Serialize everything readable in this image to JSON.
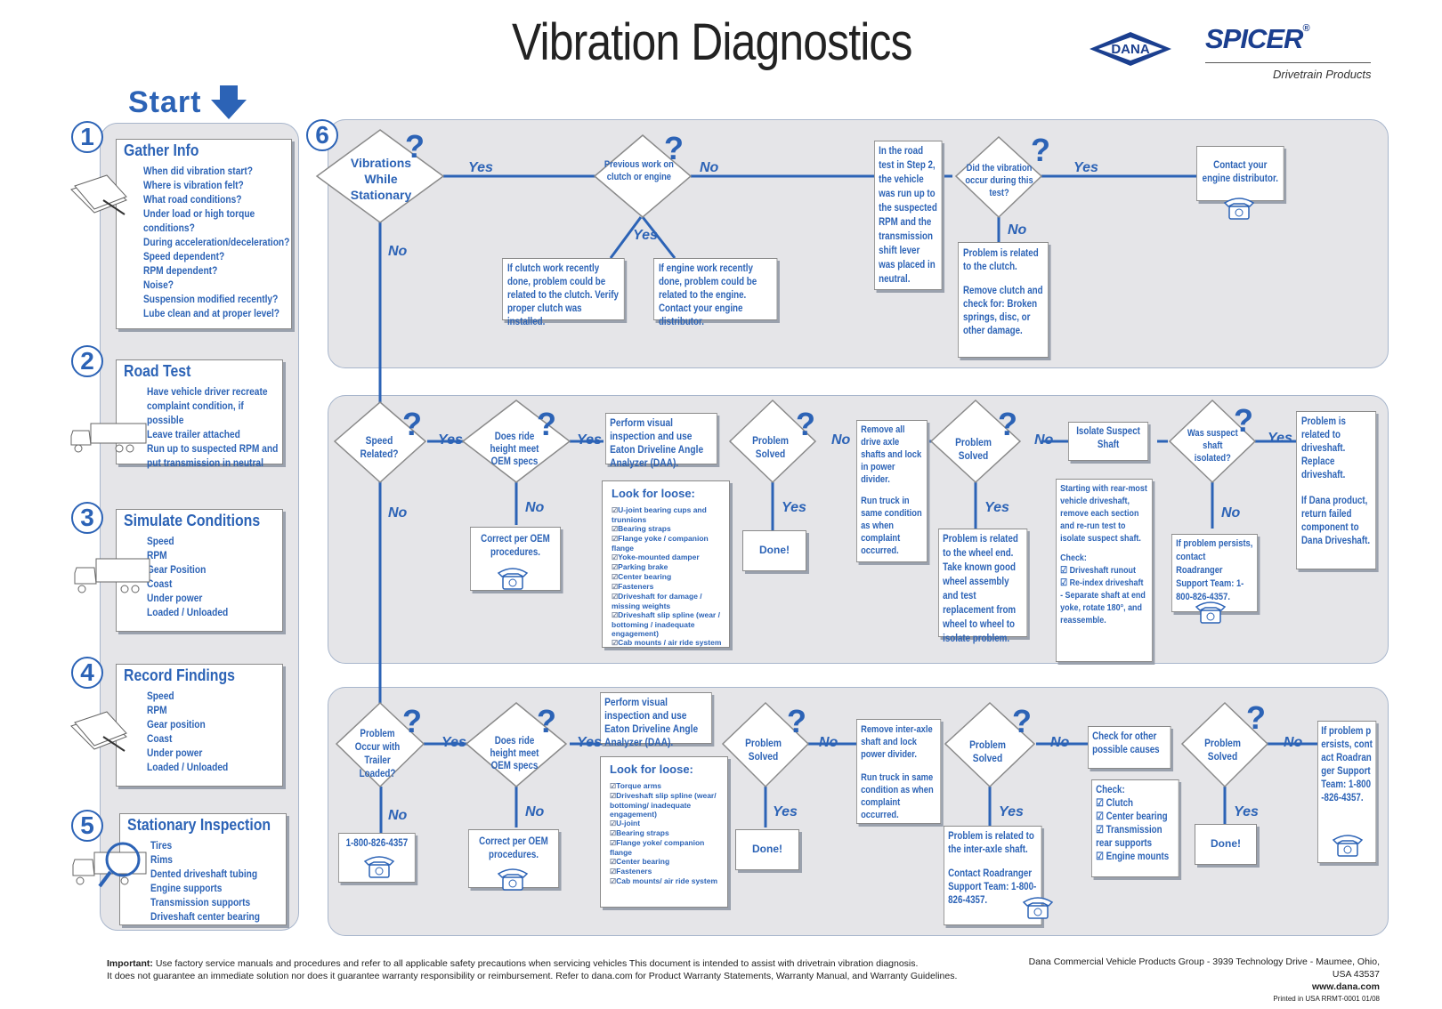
{
  "header": {
    "title": "Vibration Diagnostics",
    "logo_dana": "DANA",
    "logo_spicer": "SPICER",
    "logo_registered": "®",
    "logo_subtitle": "Drivetrain Products"
  },
  "start_label": "Start",
  "steps": [
    {
      "number": "1",
      "title": "Gather Info",
      "items": [
        "When did vibration start?",
        "Where is vibration felt?",
        "What road conditions?",
        "Under load or high torque",
        "conditions?",
        "During acceleration/deceleration?",
        "Speed dependent?",
        "RPM dependent?",
        "Noise?",
        "Suspension modified recently?",
        "Lube clean and at proper level?"
      ],
      "icon": "papers-icon"
    },
    {
      "number": "2",
      "title": "Road Test",
      "items": [
        "Have vehicle driver recreate",
        "complaint condition, if",
        "possible",
        "Leave trailer attached",
        "Run up to suspected RPM and",
        "put transmission in neutral"
      ],
      "icon": "truck-icon"
    },
    {
      "number": "3",
      "title": "Simulate Conditions",
      "items": [
        "Speed",
        "RPM",
        "Gear Position",
        "Coast",
        "Under power",
        "Loaded / Unloaded"
      ],
      "icon": "truck-icon"
    },
    {
      "number": "4",
      "title": "Record Findings",
      "items": [
        "Speed",
        "RPM",
        "Gear position",
        "Coast",
        "Under power",
        "Loaded / Unloaded"
      ],
      "icon": "papers-icon"
    },
    {
      "number": "5",
      "title": "Stationary Inspection",
      "items": [
        "Tires",
        "Rims",
        "Dented driveshaft tubing",
        "Engine supports",
        "Transmission supports",
        "Driveshaft center bearing"
      ],
      "icon": "magnifier-truck-icon"
    }
  ],
  "step6_number": "6",
  "row1": {
    "d_stationary": "Vibrations While Stationary",
    "d_previous": "Previous work on clutch or engine",
    "clutch_box": "If clutch work recently done, problem could be related to the clutch. Verify proper clutch was installed.",
    "engine_box": "If engine work recently done, problem could be related to the engine. Contact your engine distributor.",
    "road_test_box": "In the road test in Step 2, the vehicle was run up to the suspected RPM and the transmission shift lever was placed in neutral.",
    "d_during": "Did the vibration occur during this test?",
    "contact_engine": "Contact your engine distributor.",
    "clutch_related": "Problem is related to the clutch.",
    "remove_clutch": "Remove clutch and check for: Broken springs, disc, or other damage."
  },
  "row2": {
    "d_speed": "Speed Related?",
    "d_ride": "Does ride height meet OEM specs",
    "correct_oem": "Correct per OEM procedures.",
    "perform_visual": "Perform visual inspection and use Eaton Driveline Angle Analyzer (DAA).",
    "look_title": "Look for loose:",
    "look_items": [
      "U-joint bearing cups and trunnions",
      "Bearing straps",
      "Flange yoke / companion flange",
      "Yoke-mounted damper",
      "Parking brake",
      "Center bearing",
      "Fasteners",
      "Driveshaft for damage / missing weights",
      "Driveshaft slip spline (wear / bottoming / inadequate engagement)",
      "Cab mounts / air ride system"
    ],
    "d_solved1": "Problem Solved",
    "done": "Done!",
    "remove_axle": "Remove all drive axle shafts and lock in power divider.",
    "run_truck": "Run truck in same condition as when complaint occurred.",
    "d_solved2": "Problem Solved",
    "wheel_end": "Problem is related to the wheel end. Take known good wheel assembly and test replacement from wheel to wheel to isolate problem.",
    "isolate": "Isolate Suspect Shaft",
    "starting": "Starting with rear-most vehicle driveshaft, remove each section and re-run test to isolate suspect shaft.",
    "check_label": "Check:",
    "check_items": [
      "Driveshaft runout",
      "Re-index driveshaft - Separate shaft at end yoke, rotate 180°, and reassemble."
    ],
    "d_isolated": "Was suspect shaft isolated?",
    "persists": "If problem persists, contact Roadranger Support Team: 1-800-826-4357.",
    "driveshaft_related": "Problem is related to driveshaft. Replace driveshaft.",
    "dana_product": "If Dana product, return failed component to Dana Driveshaft."
  },
  "row3": {
    "d_trailer": "Problem Occur with Trailer Loaded?",
    "phone": "1-800-826-4357",
    "d_ride": "Does ride height meet OEM specs",
    "correct_oem": "Correct per OEM procedures.",
    "perform_visual": "Perform visual inspection and use Eaton Driveline Angle Analyzer (DAA).",
    "look_title": "Look for loose:",
    "look_items": [
      "Torque arms",
      "Driveshaft slip spline (wear/ bottoming/ inadequate engagement)",
      "U-joint",
      "Bearing straps",
      "Flange yoke/ companion flange",
      "Center bearing",
      "Fasteners",
      "Cab mounts/ air ride system"
    ],
    "d_solved1": "Problem Solved",
    "done": "Done!",
    "remove_interaxle": "Remove inter-axle shaft and lock power divider.",
    "run_truck": "Run truck in same condition as when complaint occurred.",
    "d_solved2": "Problem Solved",
    "interaxle_related": "Problem is related to the inter-axle shaft.",
    "contact_rr": "Contact Roadranger Support Team: 1-800-826-4357.",
    "check_other": "Check for other possible causes",
    "check_label": "Check:",
    "check_items": [
      "Clutch",
      "Center bearing",
      "Transmission rear supports",
      "Engine mounts"
    ],
    "d_solved3": "Problem Solved",
    "done2": "Done!",
    "persists": "If problem persists, contact Roadranger Support Team: 1-800-826-4357."
  },
  "labels": {
    "yes": "Yes",
    "no": "No",
    "q": "?"
  },
  "footer": {
    "important_label": "Important:",
    "important_text": "Use factory service manuals and procedures and refer to all applicable safety precautions when servicing vehicles This document is intended to assist with drivetrain vibration diagnosis.",
    "important_text2": "It does not guarantee an immediate solution nor does it guarantee warranty responsibility or reimbursement. Refer to dana.com for Product Warranty Statements, Warranty Manual, and Warranty Guidelines.",
    "address": "Dana Commercial Vehicle Products Group - 3939 Technology Drive - Maumee, Ohio, USA 43537",
    "website": "www.dana.com",
    "printed": "Printed in USA    RRMT-0001  01/08"
  },
  "colors": {
    "accent": "#2c63b6",
    "panel": "#e5e5e8",
    "panel_border": "#a8b6cc"
  }
}
